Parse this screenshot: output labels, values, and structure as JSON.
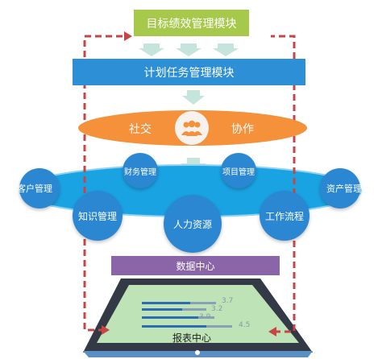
{
  "colors": {
    "goal_green": "#a7c94b",
    "plan_blue": "#2d8fd5",
    "social_orange": "#f5913a",
    "ring_blue": "#1aa3e3",
    "node_blue": "#2b87d1",
    "data_purple": "#8a66a8",
    "tablet_dark": "#333a45",
    "screen_green": "#bde3b6",
    "dashed_red": "#c94545"
  },
  "modules": {
    "goal": "目标绩效管理模块",
    "plan": "计划任务管理模块"
  },
  "social_bar": {
    "left": "社交",
    "right": "协作",
    "icon": "people-group-icon"
  },
  "nodes": {
    "customer": "客户管理",
    "finance": "财务管理",
    "project": "项目管理",
    "asset": "资产管理",
    "knowledge": "知识管理",
    "hr": "人力资源",
    "workflow": "工作流程"
  },
  "data_center": "数据中心",
  "report": {
    "label": "报表中心",
    "bars": [
      {
        "value": "3.7"
      },
      {
        "value": "3.2"
      },
      {
        "value": "3.9"
      },
      {
        "value": "4.5"
      }
    ]
  }
}
